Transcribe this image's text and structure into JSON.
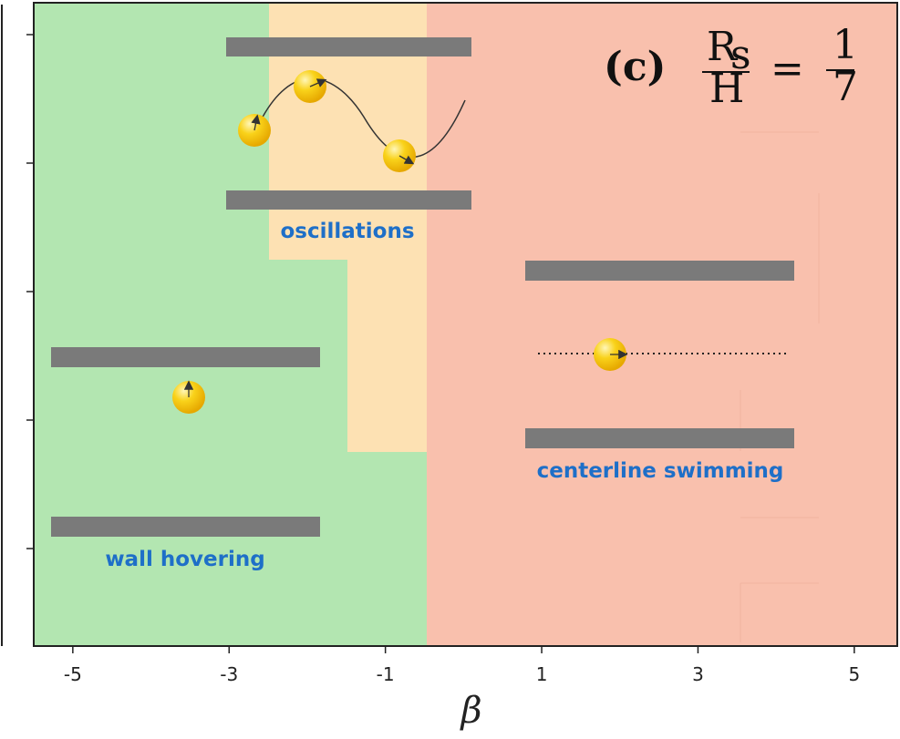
{
  "chart_data": {
    "type": "phase-diagram",
    "panel_label": "(c)",
    "panel_title_math": {
      "numerator": "R",
      "numerator_sub": "s",
      "denominator": "H",
      "equals": "=",
      "rhs_numerator": "1",
      "rhs_denominator": "7"
    },
    "xlabel": "β",
    "x_ticks": [
      -5,
      -3,
      -1,
      1,
      3,
      5
    ],
    "xlim": [
      -5.5,
      5.55
    ],
    "y_tick_count": 5,
    "regions": [
      {
        "name": "wall hovering",
        "color": "#b3e6b1",
        "label_color": "#1e6fc8"
      },
      {
        "name": "oscillations",
        "color": "#fde1b3",
        "label_color": "#1e6fc8"
      },
      {
        "name": "centerline swimming",
        "color": "#f9c0ad",
        "label_color": "#1e6fc8"
      }
    ],
    "boundaries": {
      "oscillation_left_top_beta": -2.5,
      "oscillation_left_bottom_beta": -1.5,
      "swimming_onset_beta": -0.5
    },
    "colors": {
      "wall": "#7a7a7a",
      "particle": "#f6c400",
      "particle_highlight": "#fff2a8",
      "axis": "#222222"
    }
  }
}
